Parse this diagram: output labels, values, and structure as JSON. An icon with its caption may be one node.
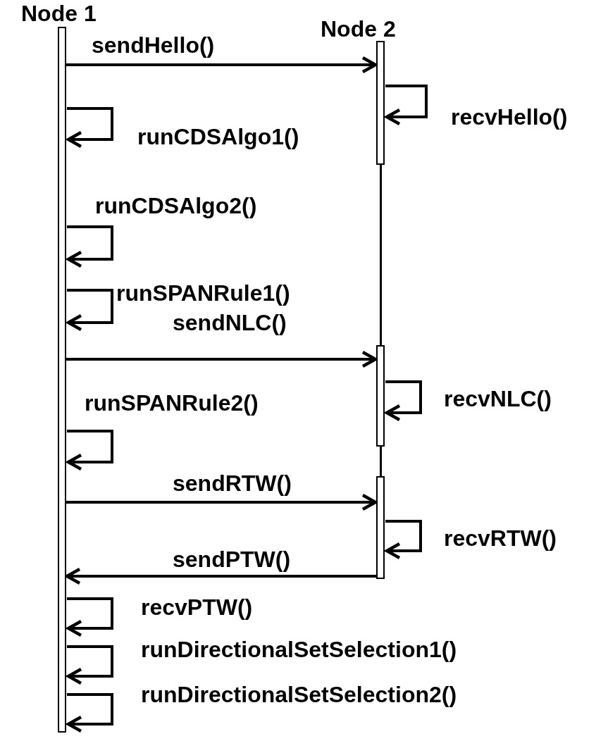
{
  "diagram": {
    "nodes": [
      {
        "text": [
          "Node 1"
        ]
      },
      {
        "text": [
          "Node 2"
        ]
      }
    ],
    "edges": [
      {
        "from": 0,
        "to": 1,
        "arrow": "to",
        "label": "sendHello()"
      },
      {
        "from": 1,
        "to": 1,
        "arrow": "to",
        "label": "recvHello()"
      },
      {
        "from": 0,
        "to": 0,
        "arrow": "to",
        "label": "runCDSAlgo1()"
      },
      {
        "from": 0,
        "to": 0,
        "arrow": "to",
        "label": "runCDSAlgo2()"
      },
      {
        "from": 0,
        "to": 0,
        "arrow": "to",
        "label": "runSPANRule1()"
      },
      {
        "from": 0,
        "to": 1,
        "arrow": "to",
        "label": "sendNLC()"
      },
      {
        "from": 1,
        "to": 1,
        "arrow": "to",
        "label": "recvNLC()"
      },
      {
        "from": 0,
        "to": 0,
        "arrow": "to",
        "label": "runSPANRule2()"
      },
      {
        "from": 0,
        "to": 1,
        "arrow": "to",
        "label": "sendRTW()"
      },
      {
        "from": 1,
        "to": 1,
        "arrow": "to",
        "label": "recvRTW()"
      },
      {
        "from": 1,
        "to": 0,
        "arrow": "to",
        "label": "sendPTW()"
      },
      {
        "from": 0,
        "to": 0,
        "arrow": "to",
        "label": "recvPTW()"
      },
      {
        "from": 0,
        "to": 0,
        "arrow": "to",
        "label": "runDirectionalSetSelection1()"
      },
      {
        "from": 0,
        "to": 0,
        "arrow": "to",
        "label": "runDirectionalSetSelection2()"
      }
    ]
  }
}
